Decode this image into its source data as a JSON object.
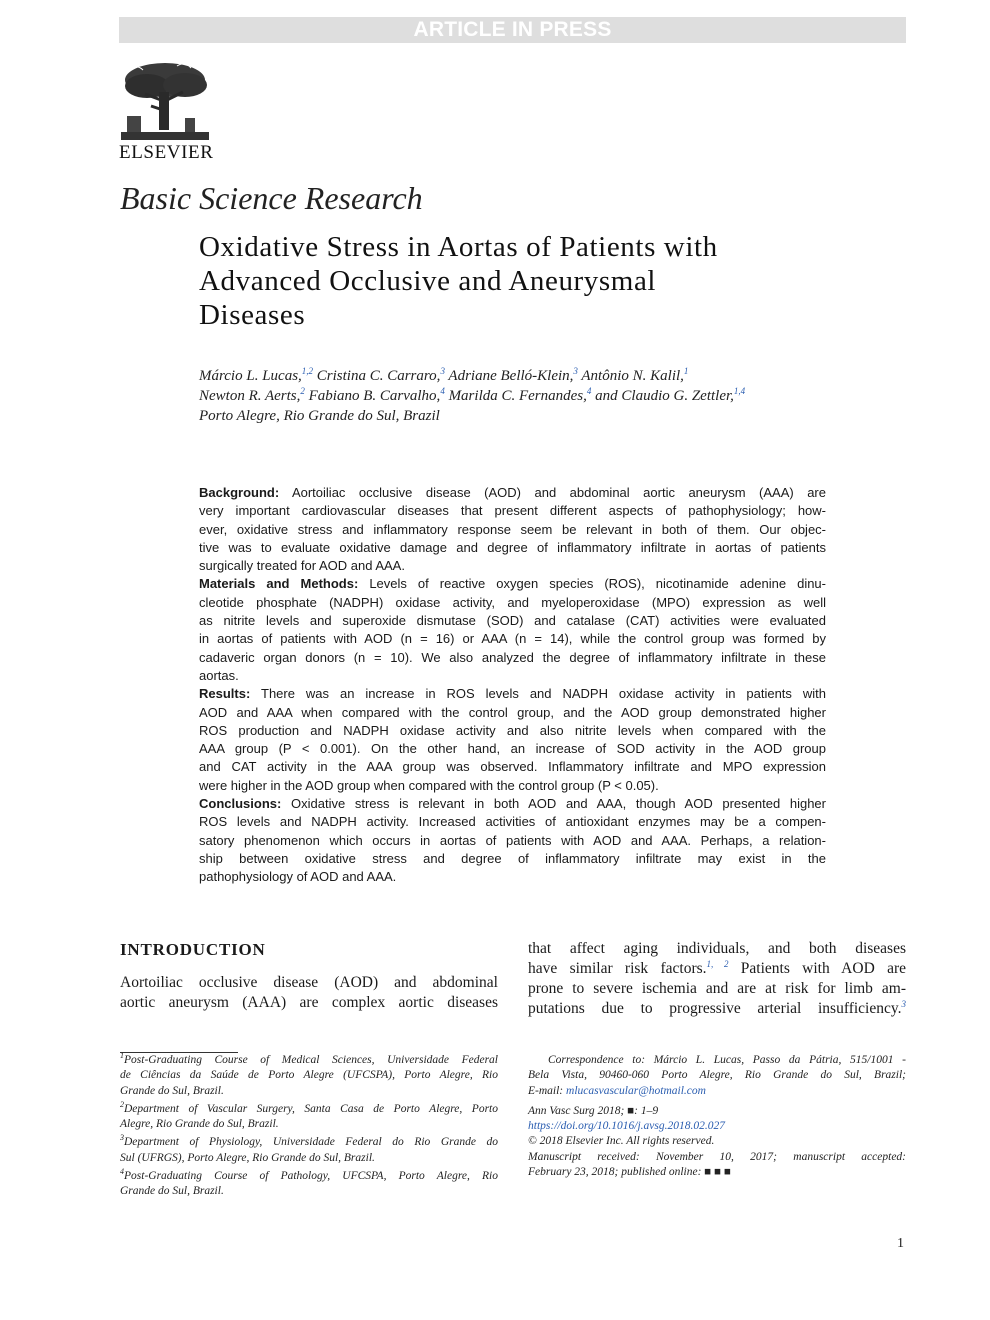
{
  "banner": "ARTICLE IN PRESS",
  "publisher": "ELSEVIER",
  "section": "Basic Science Research",
  "title_lines": [
    "Oxidative Stress in Aortas of Patients with",
    "Advanced Occlusive and Aneurysmal",
    "Diseases"
  ],
  "authors": {
    "line1": [
      {
        "name": "Márcio L. Lucas,",
        "sup": "1,2"
      },
      {
        "name": "Cristina C. Carraro,",
        "sup": "3"
      },
      {
        "name": "Adriane Belló-Klein,",
        "sup": "3"
      },
      {
        "name": "Antônio N. Kalil,",
        "sup": "1"
      }
    ],
    "line2": [
      {
        "name": "Newton R. Aerts,",
        "sup": "2"
      },
      {
        "name": "Fabiano B. Carvalho,",
        "sup": "4"
      },
      {
        "name": "Marilda C. Fernandes,",
        "sup": "4"
      },
      {
        "name": "and Claudio G. Zettler,",
        "sup": "1,4"
      }
    ],
    "location": "Porto Alegre, Rio Grande do Sul, Brazil"
  },
  "abstract": {
    "background_label": "Background:",
    "background": [
      "Aortoiliac occlusive disease (AOD) and abdominal aortic aneurysm (AAA) are",
      "very important cardiovascular diseases that present different aspects of pathophysiology; how-",
      "ever, oxidative stress and inflammatory response seem be relevant in both of them. Our objec-",
      "tive was to evaluate oxidative damage and degree of inflammatory infiltrate in aortas of patients",
      "surgically treated for AOD and AAA."
    ],
    "methods_label": "Materials and Methods:",
    "methods": [
      "Levels of reactive oxygen species (ROS), nicotinamide adenine dinu-",
      "cleotide phosphate (NADPH) oxidase activity, and myeloperoxidase (MPO) expression as well",
      "as nitrite levels and superoxide dismutase (SOD) and catalase (CAT) activities were evaluated",
      "in aortas of patients with AOD (n = 16) or AAA (n = 14), while the control group was formed by",
      "cadaveric organ donors (n = 10). We also analyzed the degree of inflammatory infiltrate in these",
      "aortas."
    ],
    "results_label": "Results:",
    "results": [
      "There was an increase in ROS levels and NADPH oxidase activity in patients with",
      "AOD and AAA when compared with the control group, and the AOD group demonstrated higher",
      "ROS production and NADPH oxidase activity and also nitrite levels when compared with the",
      "AAA group (P < 0.001). On the other hand, an increase of SOD activity in the AOD group",
      "and CAT activity in the AAA group was observed. Inflammatory infiltrate and MPO expression",
      "were higher in the AOD group when compared with the control group (P < 0.05)."
    ],
    "conclusions_label": "Conclusions:",
    "conclusions": [
      "Oxidative stress is relevant in both AOD and AAA, though AOD presented higher",
      "ROS levels and NADPH activity. Increased activities of antioxidant enzymes may be a compen-",
      "satory phenomenon which occurs in aortas of patients with AOD and AAA. Perhaps, a relation-",
      "ship between oxidative stress and degree of inflammatory infiltrate may exist in the",
      "pathophysiology of AOD and AAA."
    ]
  },
  "introduction": {
    "heading": "INTRODUCTION",
    "left": [
      "Aortoiliac occlusive disease (AOD) and abdominal",
      "aortic aneurysm (AAA) are complex aortic diseases"
    ],
    "right1": "that affect aging individuals, and both diseases",
    "right2a": "have similar risk factors.",
    "right2_sup": "1, 2",
    "right2b": " Patients with AOD are",
    "right3": "prone to severe ischemia and are at risk for limb am-",
    "right4": "putations due to progressive arterial insufficiency.",
    "right4_sup": "3"
  },
  "footnotes": [
    {
      "num": "1",
      "lines": [
        "Post-Graduating Course of Medical Sciences, Universidade Federal",
        "de Ciências da Saúde de Porto Alegre (UFCSPA), Porto Alegre, Rio",
        "Grande do Sul, Brazil."
      ]
    },
    {
      "num": "2",
      "lines": [
        "Department of Vascular Surgery, Santa Casa de Porto Alegre, Porto",
        "Alegre, Rio Grande do Sul, Brazil."
      ]
    },
    {
      "num": "3",
      "lines": [
        "Department of Physiology, Universidade Federal do Rio Grande do",
        "Sul (UFRGS), Porto Alegre, Rio Grande do Sul, Brazil."
      ]
    },
    {
      "num": "4",
      "lines": [
        "Post-Graduating Course of Pathology, UFCSPA, Porto Alegre, Rio",
        "Grande do Sul, Brazil."
      ]
    }
  ],
  "correspondence": {
    "line1": "Correspondence to: Márcio L. Lucas, Passo da Pátria, 515/1001 -",
    "line2": "Bela Vista, 90460-060 Porto Alegre, Rio Grande do Sul, Brazil;",
    "email_label": "E-mail: ",
    "email": "mlucasvascular@hotmail.com",
    "journal": "Ann Vasc Surg 2018; ■: 1–9",
    "doi": "https://doi.org/10.1016/j.avsg.2018.02.027",
    "copyright": "© 2018 Elsevier Inc. All rights reserved.",
    "manuscript1": "Manuscript received: November 10, 2017; manuscript accepted:",
    "manuscript2": "February 23, 2018; published online: ■ ■ ■"
  },
  "page_number": "1"
}
